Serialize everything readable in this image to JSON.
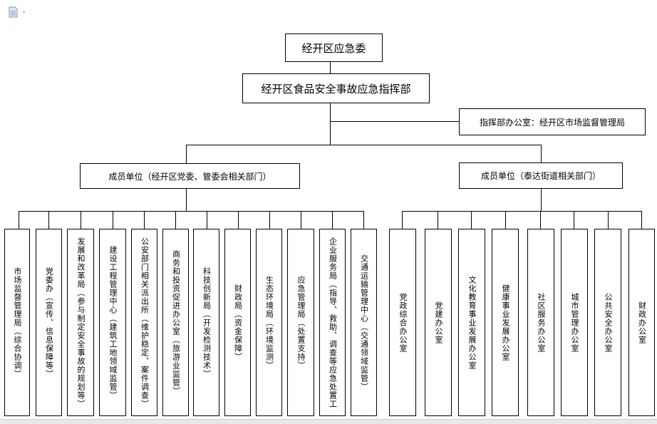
{
  "toolbar": {
    "icon": "document-icon",
    "dropdown_icon": "chevron-down-icon"
  },
  "diagram": {
    "top": "经开区应急委",
    "command": "经开区食品安全事故应急指挥部",
    "office": "指挥部办公室：经开区市场监督管理局",
    "group_left": "成员单位（经开区党委、管委会相关部门）",
    "group_right": "成员单位（泰达街道相关部门）",
    "left_units": [
      "市场监督管理局（综合协调）",
      "党委办（宣传、信息保障等）",
      "发展和改革局（参与制定安全事故的规划等）",
      "建设工程管理中心（建筑工地领域监管）",
      "公安部门相关派出所（维护稳定、案件调查）",
      "商务和投资促进办公室（旅游业监管）",
      "科技创新局（开发检测技术）",
      "财政局（资金保障）",
      "生态环境局（环境监测）",
      "应急管理局（处置支持）",
      "企业服务局（指导、救助、调查等应急处置工",
      "交通运输管理中心（交通领域监管）"
    ],
    "right_units": [
      "党政综合办公室",
      "党建办公室",
      "文化教育事业发展办公室",
      "健康事业发展办公室",
      "社区服务办公室",
      "城市管理办公室",
      "公共安全办公室",
      "财政办公室"
    ]
  }
}
